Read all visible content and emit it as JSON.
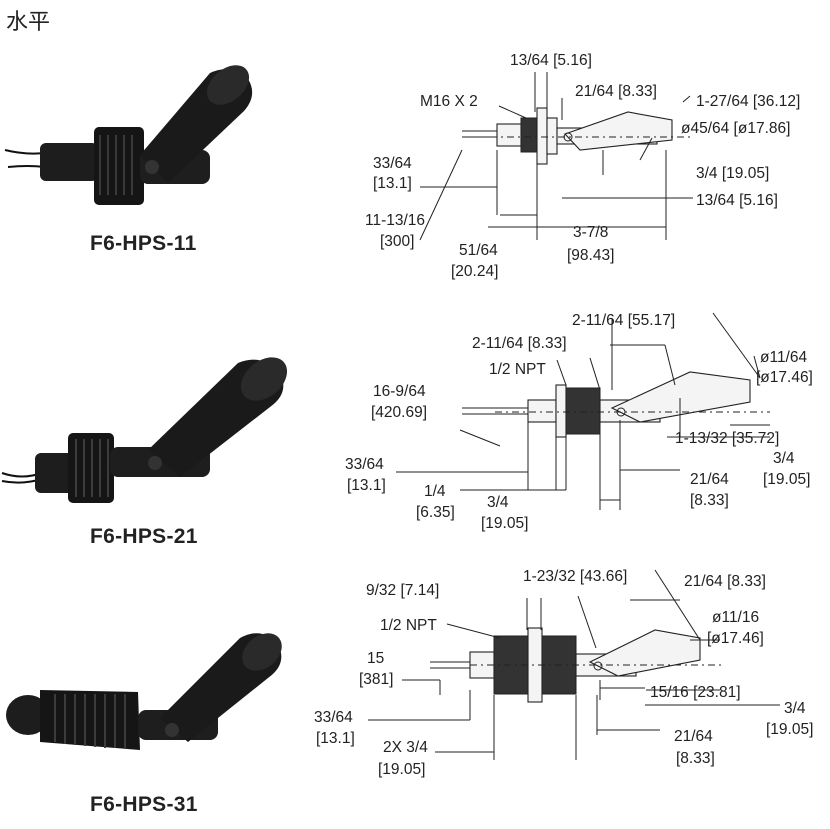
{
  "heading": "水平",
  "models": [
    {
      "name": "F6-HPS-11",
      "dims": {
        "thread": "M16 X 2",
        "d1": "13/64 [5.16]",
        "d2": "21/64 [8.33]",
        "d3": "1-27/64 [36.12]",
        "d4": "ø45/64 [ø17.86]",
        "d5": "3/4 [19.05]",
        "d6": "13/64 [5.16]",
        "d7a": "33/64",
        "d7b": "[13.1]",
        "d8a": "11-13/16",
        "d8b": "[300]",
        "d9a": "51/64",
        "d9b": "[20.24]",
        "d10a": "3-7/8",
        "d10b": "[98.43]"
      }
    },
    {
      "name": "F6-HPS-21",
      "dims": {
        "d1": "2-11/64 [55.17]",
        "d2": "2-11/64 [8.33]",
        "thread": "1/2 NPT",
        "d3a": "ø11/64",
        "d3b": "[ø17.46]",
        "d4a": "16-9/64",
        "d4b": "[420.69]",
        "d5": "1-13/32 [35.72]",
        "d6a": "33/64",
        "d6b": "[13.1]",
        "d7a": "3/4",
        "d7b": "[19.05]",
        "d8a": "1/4",
        "d8b": "[6.35]",
        "d9a": "3/4",
        "d9b": "[19.05]",
        "d10a": "21/64",
        "d10b": "[8.33]"
      }
    },
    {
      "name": "F6-HPS-31",
      "dims": {
        "d1": "9/32 [7.14]",
        "d2": "1-23/32 [43.66]",
        "d3": "21/64 [8.33]",
        "thread": "1/2 NPT",
        "d4a": "ø11/16",
        "d4b": "[ø17.46]",
        "d5a": "15",
        "d5b": "[381]",
        "d6": "15/16 [23.81]",
        "d7a": "3/4",
        "d7b": "[19.05]",
        "d8a": "33/64",
        "d8b": "[13.1]",
        "d9a": "2X 3/4",
        "d9b": "[19.05]",
        "d10a": "21/64",
        "d10b": "[8.33]"
      }
    }
  ]
}
